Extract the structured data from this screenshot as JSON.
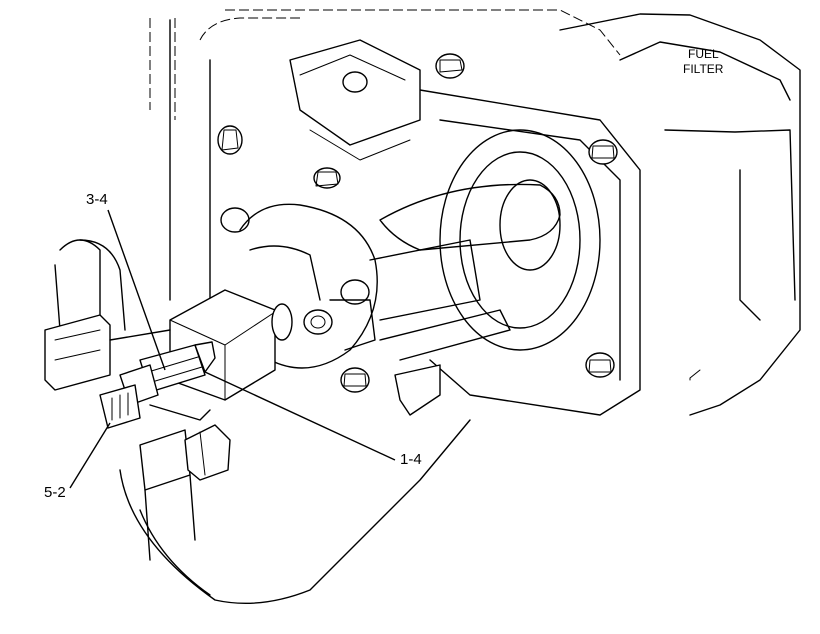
{
  "labels": {
    "fuel_filter_line1": "FUEL",
    "fuel_filter_line2": "FILTER",
    "callout_3_4": "3-4",
    "callout_1_4": "1-4",
    "callout_5_2": "5-2"
  },
  "colors": {
    "line": "#000000",
    "background": "#ffffff"
  }
}
